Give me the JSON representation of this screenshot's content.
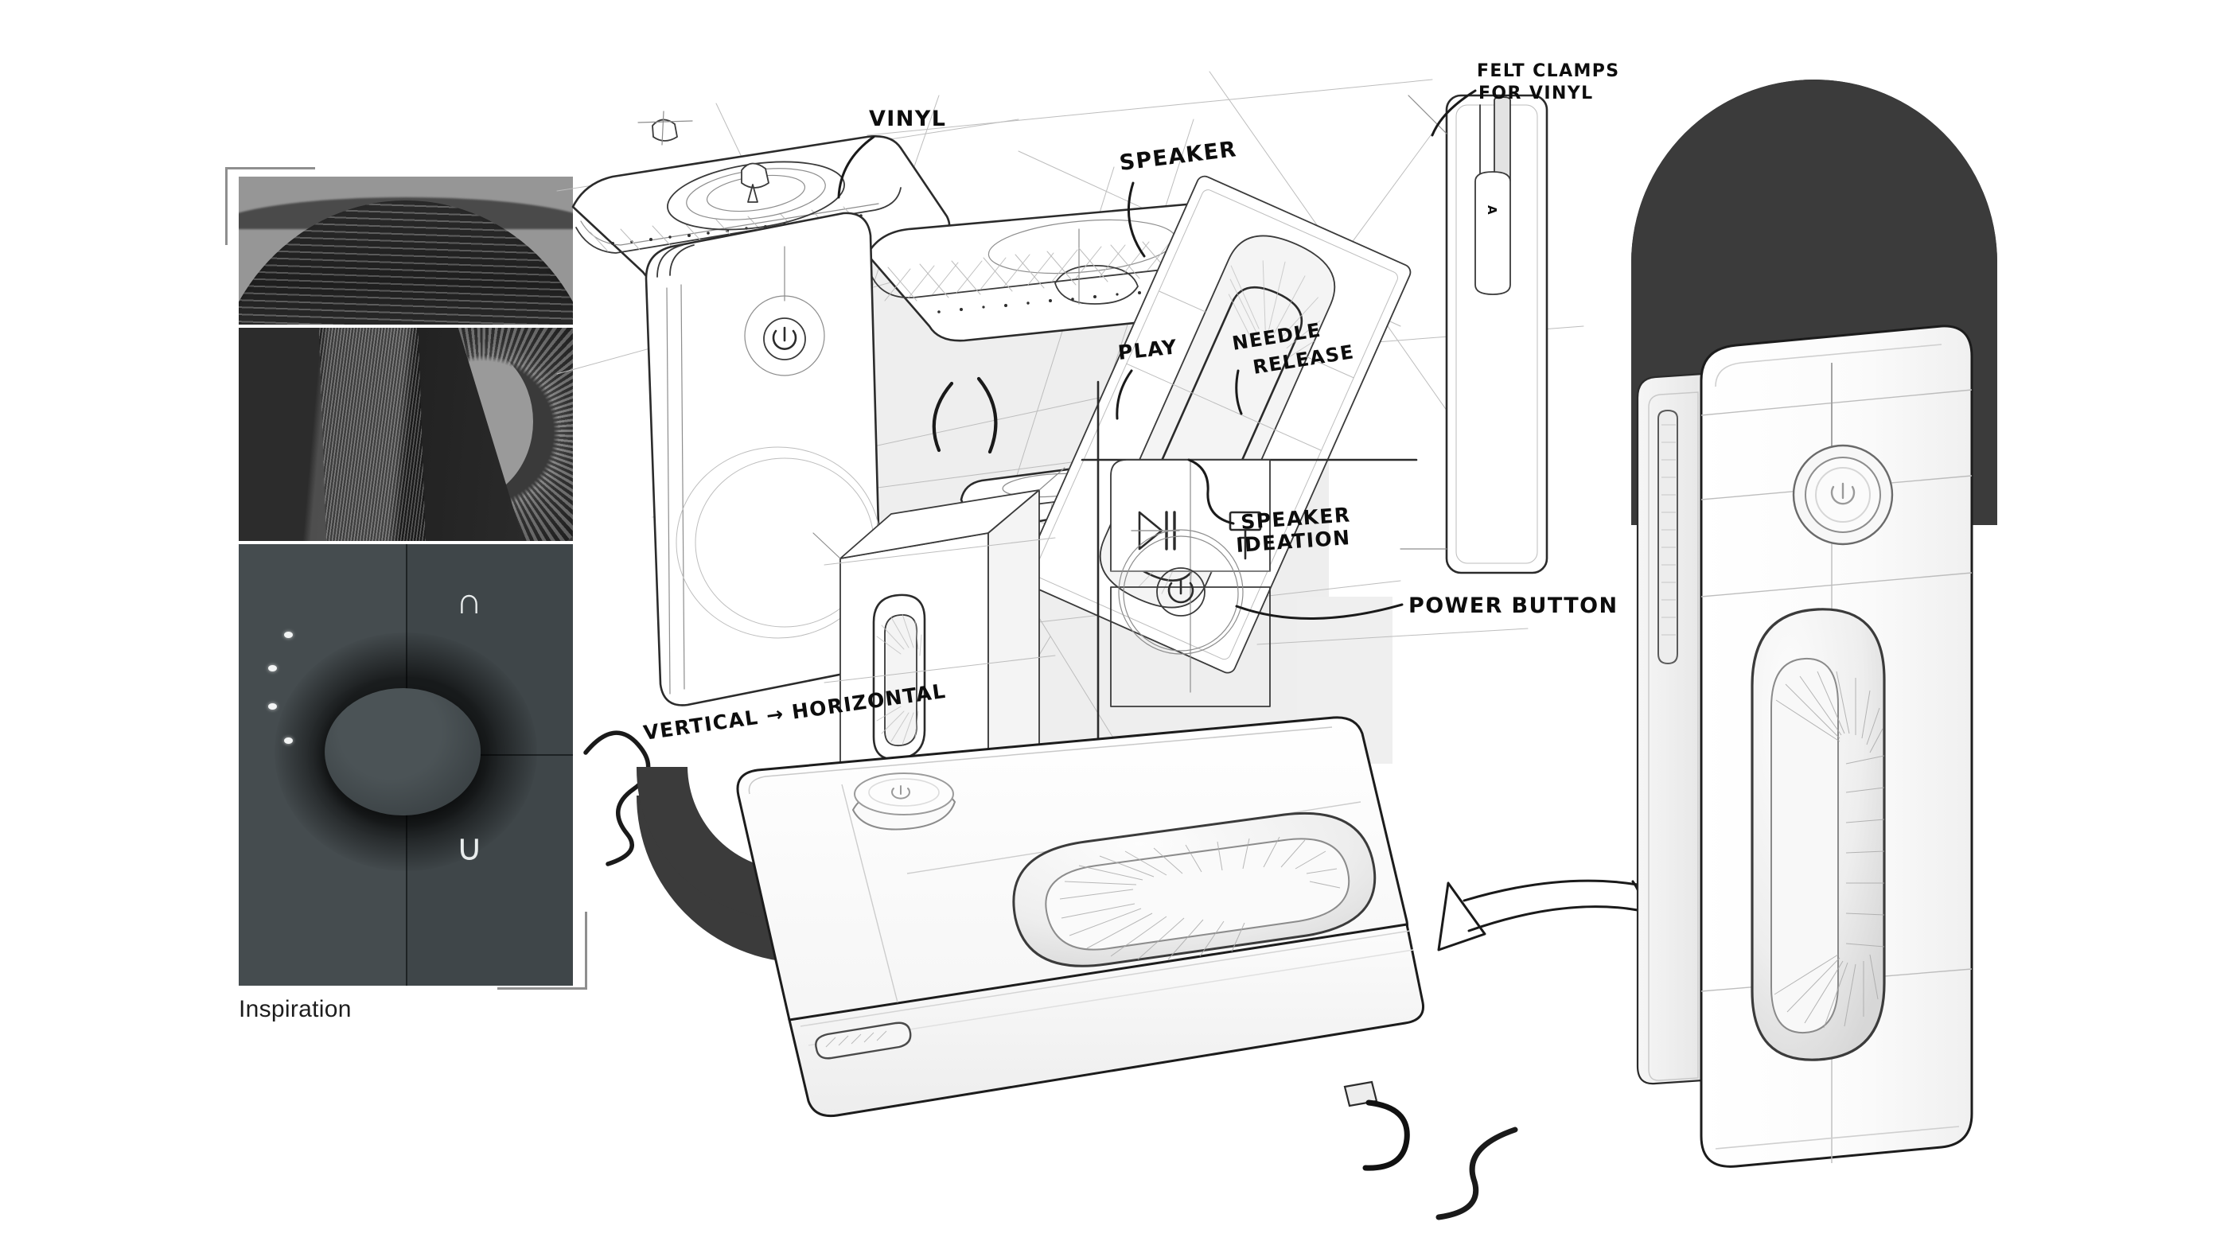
{
  "page": {
    "title": "Vinyl Speaker Industrial Design Sketch Board",
    "background_color": "#ffffff"
  },
  "inspiration": {
    "caption": "Inspiration",
    "frame_color": "#8f8f8f",
    "panels": [
      {
        "name": "curved-ridged-surface",
        "alt": "Dark ridged concave surface under light grey sky",
        "base_color": "#3d3d3d"
      },
      {
        "name": "knurled-torus-aperture",
        "alt": "Knurled dark torus with light aperture",
        "base_color": "#3a3a3a"
      },
      {
        "name": "control-plate-dial",
        "alt": "Dark control plate with circular dial, LED dots and cap symbols",
        "base_color": "#3f4649"
      }
    ],
    "control_plate": {
      "symbol_top": "∩",
      "symbol_bottom": "∪",
      "led_count": 4,
      "dial_color": "#434a4d"
    }
  },
  "annotations": [
    {
      "id": "vinyl",
      "text": "VINYL"
    },
    {
      "id": "speaker",
      "text": "SPEAKER"
    },
    {
      "id": "vertical-to-horizontal",
      "text": "VERTICAL → HORIZONTAL"
    },
    {
      "id": "speaker-ideation-line1",
      "text": "SPEAKER"
    },
    {
      "id": "speaker-ideation-line2",
      "text": "IDEATION"
    },
    {
      "id": "felt-clamps-line1",
      "text": "FELT CLAMPS"
    },
    {
      "id": "felt-clamps-line2",
      "text": "FOR VINYL"
    },
    {
      "id": "play",
      "text": "PLAY"
    },
    {
      "id": "needle-release-line1",
      "text": "NEEDLE"
    },
    {
      "id": "needle-release-line2",
      "text": "RELEASE"
    },
    {
      "id": "power-button",
      "text": "POWER BUTTON"
    }
  ],
  "icons": {
    "play_pause": "play-pause-icon",
    "needle": "needle-release-icon",
    "power": "power-icon",
    "arrow_curved": "curved-arrow-icon"
  },
  "renders": {
    "vertical": {
      "name": "vertical-tower-render",
      "alt": "Vertical vinyl speaker tower with round power dial and oval speaker grille",
      "shadow_color": "#3b3b3b"
    },
    "horizontal": {
      "name": "horizontal-dock-render",
      "alt": "Horizontal vinyl speaker dock with rotary knob and oval speaker grille",
      "shadow_color": "#3b3b3b"
    }
  },
  "colors": {
    "ink": "#1a1a1a",
    "ink_mid": "#3a3a3a",
    "ink_light": "#8d8d8d",
    "wash": "#eeeeee",
    "shadow": "#3b3b3b",
    "plate": "#3f4649"
  }
}
